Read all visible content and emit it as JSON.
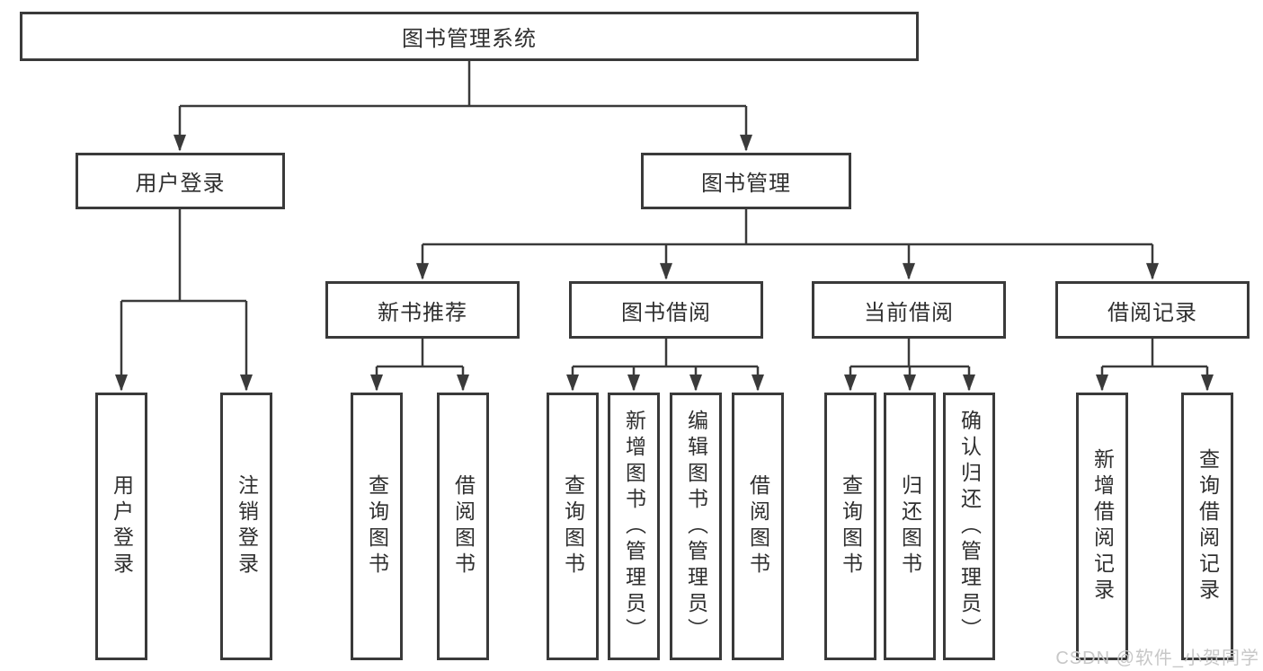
{
  "diagram": {
    "title": "图书管理系统",
    "branches": [
      {
        "label": "用户登录",
        "children": [
          {
            "label": "用户登录"
          },
          {
            "label": "注销登录"
          }
        ]
      },
      {
        "label": "图书管理",
        "children": [
          {
            "label": "新书推荐",
            "children": [
              {
                "label": "查询图书"
              },
              {
                "label": "借阅图书"
              }
            ]
          },
          {
            "label": "图书借阅",
            "children": [
              {
                "label": "查询图书"
              },
              {
                "label": "新增图书（管理员）"
              },
              {
                "label": "编辑图书（管理员）"
              },
              {
                "label": "借阅图书"
              }
            ]
          },
          {
            "label": "当前借阅",
            "children": [
              {
                "label": "查询图书"
              },
              {
                "label": "归还图书"
              },
              {
                "label": "确认归还（管理员）"
              }
            ]
          },
          {
            "label": "借阅记录",
            "children": [
              {
                "label": "新增借阅记录"
              },
              {
                "label": "查询借阅记录"
              }
            ]
          }
        ]
      }
    ]
  },
  "watermark": {
    "text": "CSDN @软件_小贺同学"
  },
  "colors": {
    "line": "#3a3a3a",
    "border": "#3a3a3a",
    "text": "#2f2f2f",
    "watermark_text": "#c7c7c7",
    "background": "#ffffff"
  }
}
